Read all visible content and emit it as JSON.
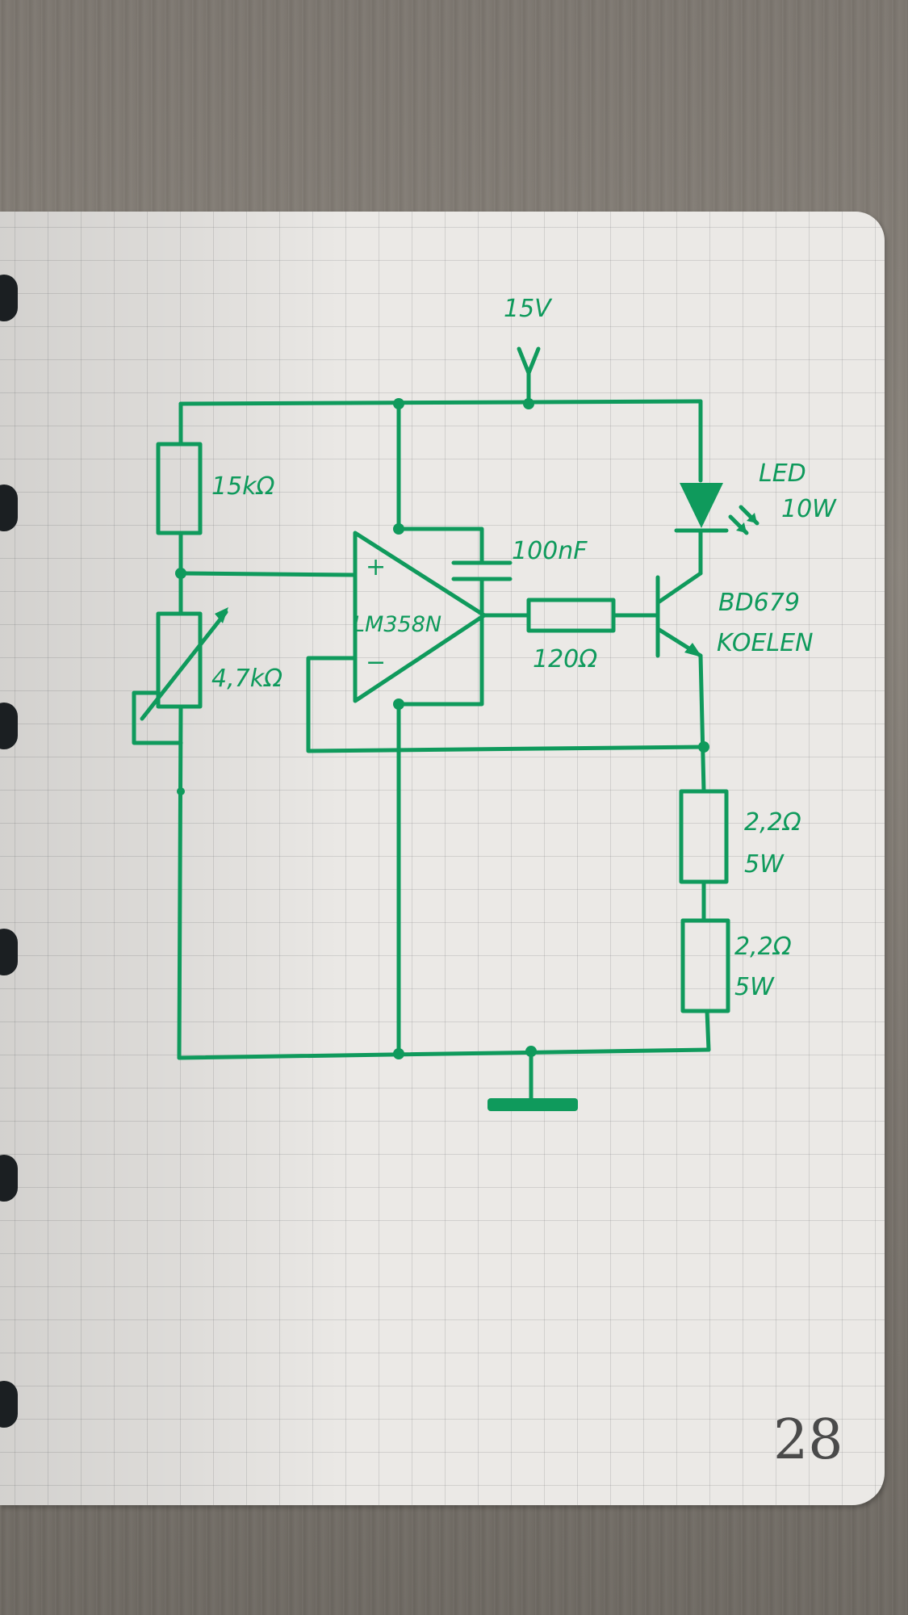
{
  "diagram": {
    "supply_label": "15V",
    "r_top_label": "15kΩ",
    "pot_label": "4,7kΩ",
    "capacitor_label": "100nF",
    "opamp_label": "LM358N",
    "opamp_plus": "+",
    "opamp_minus": "−",
    "r_base_label": "120Ω",
    "led_label_1": "LED",
    "led_label_2": "10W",
    "transistor_label_1": "BD679",
    "transistor_label_2": "KOELEN",
    "r_sense1_label_1": "2,2Ω",
    "r_sense1_label_2": "5W",
    "r_sense2_label_1": "2,2Ω",
    "r_sense2_label_2": "5W"
  },
  "page": {
    "number": "28"
  },
  "colors": {
    "ink": "#0f9a5c",
    "paper": "#ebe9e6"
  }
}
